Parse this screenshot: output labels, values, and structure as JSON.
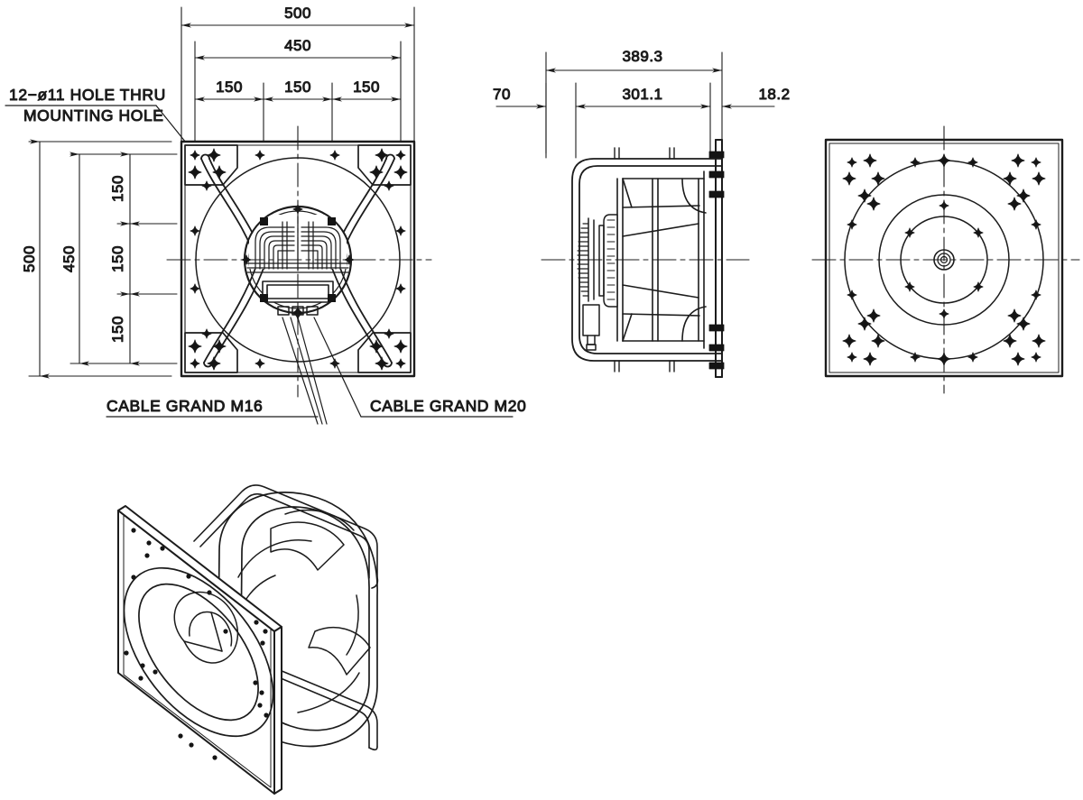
{
  "drawing": {
    "title": "centrifugal-fan-technical-drawing",
    "line_color": "#1c1c1c",
    "background_color": "#ffffff",
    "views": [
      {
        "name": "front-view",
        "label": ""
      },
      {
        "name": "side-view",
        "label": ""
      },
      {
        "name": "rear-view",
        "label": ""
      },
      {
        "name": "isometric-view",
        "label": ""
      }
    ]
  },
  "notes": {
    "mounting_hole_line1": "12−ø11 HOLE THRU",
    "mounting_hole_line2": "MOUNTING HOLE",
    "cable_gland_m16": "CABLE GRAND M16",
    "cable_gland_m20": "CABLE GRAND M20"
  },
  "dimensions": {
    "front_top": {
      "overall_width": "500",
      "bolt_span_width": "450",
      "pitch_1": "150",
      "pitch_2": "150",
      "pitch_3": "150"
    },
    "front_left": {
      "overall_height": "500",
      "bolt_span_height": "450",
      "pitch_1": "150",
      "pitch_2": "150",
      "pitch_3": "150"
    },
    "side_top": {
      "overall_depth": "389.3",
      "front_projection": "70",
      "body_depth": "301.1",
      "flange_depth": "18.2"
    }
  }
}
